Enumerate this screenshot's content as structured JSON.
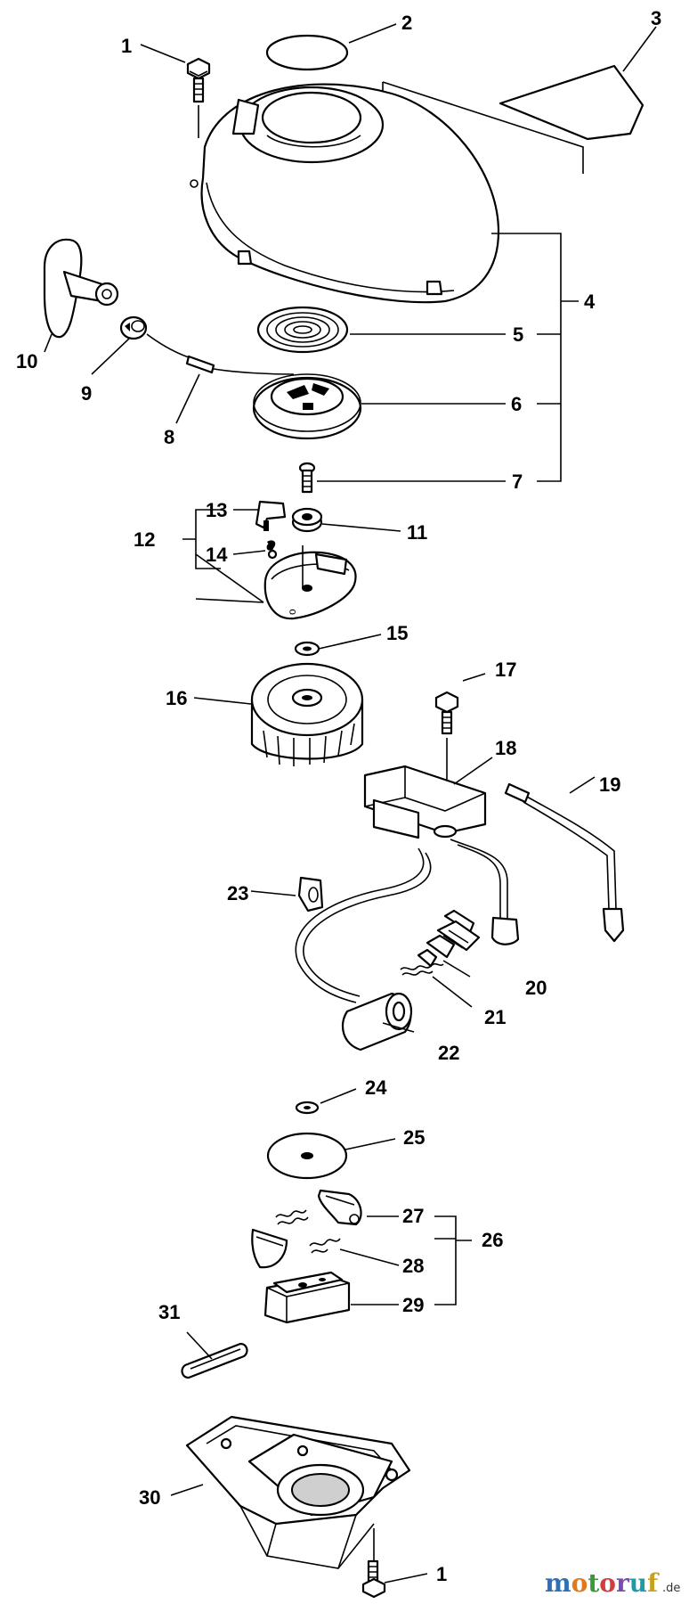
{
  "callouts": {
    "c1_top": "1",
    "c2": "2",
    "c3": "3",
    "c4": "4",
    "c5": "5",
    "c6": "6",
    "c7": "7",
    "c8": "8",
    "c9": "9",
    "c10": "10",
    "c11": "11",
    "c12": "12",
    "c13": "13",
    "c14": "14",
    "c15": "15",
    "c16": "16",
    "c17": "17",
    "c18": "18",
    "c19": "19",
    "c20": "20",
    "c21": "21",
    "c22": "22",
    "c23": "23",
    "c24": "24",
    "c25": "25",
    "c26": "26",
    "c27": "27",
    "c28": "28",
    "c29": "29",
    "c30": "30",
    "c31": "31",
    "c1_bottom": "1"
  },
  "watermark": {
    "letters": [
      "m",
      "o",
      "t",
      "o",
      "r",
      "u",
      "f"
    ],
    "suffix": ".de",
    "colors": [
      "#2f6fb5",
      "#e07a1f",
      "#3a9a3a",
      "#d23c3c",
      "#7a4bb0",
      "#1f9aa8",
      "#c8a21f"
    ]
  }
}
